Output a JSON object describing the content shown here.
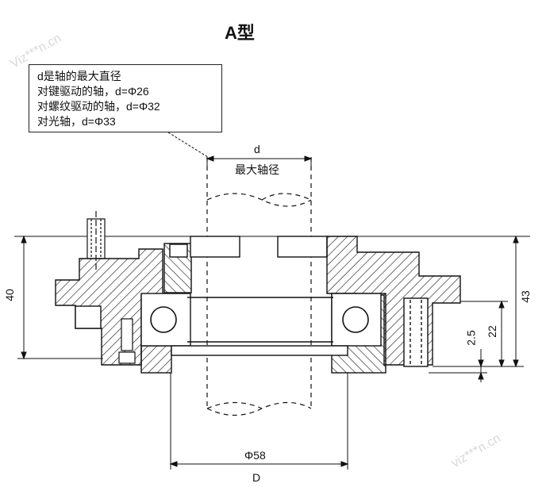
{
  "title": "A型",
  "note": {
    "lines": [
      "d是轴的最大直径",
      "对键驱动的轴，d=Φ26",
      "对螺纹驱动的轴，d=Φ32",
      "对光轴，d=Φ33"
    ]
  },
  "dimensions": {
    "d_symbol": "d",
    "d_caption": "最大轴径",
    "height_left": "40",
    "height_right": "43",
    "height_22": "22",
    "height_2_5": "2.5",
    "phi58": "Φ58",
    "D_symbol": "D"
  },
  "watermarks": [
    "Viz***n.cn",
    "viz***n.cn"
  ],
  "colors": {
    "line": "#111111",
    "hatch": "#222222",
    "background": "#ffffff"
  }
}
